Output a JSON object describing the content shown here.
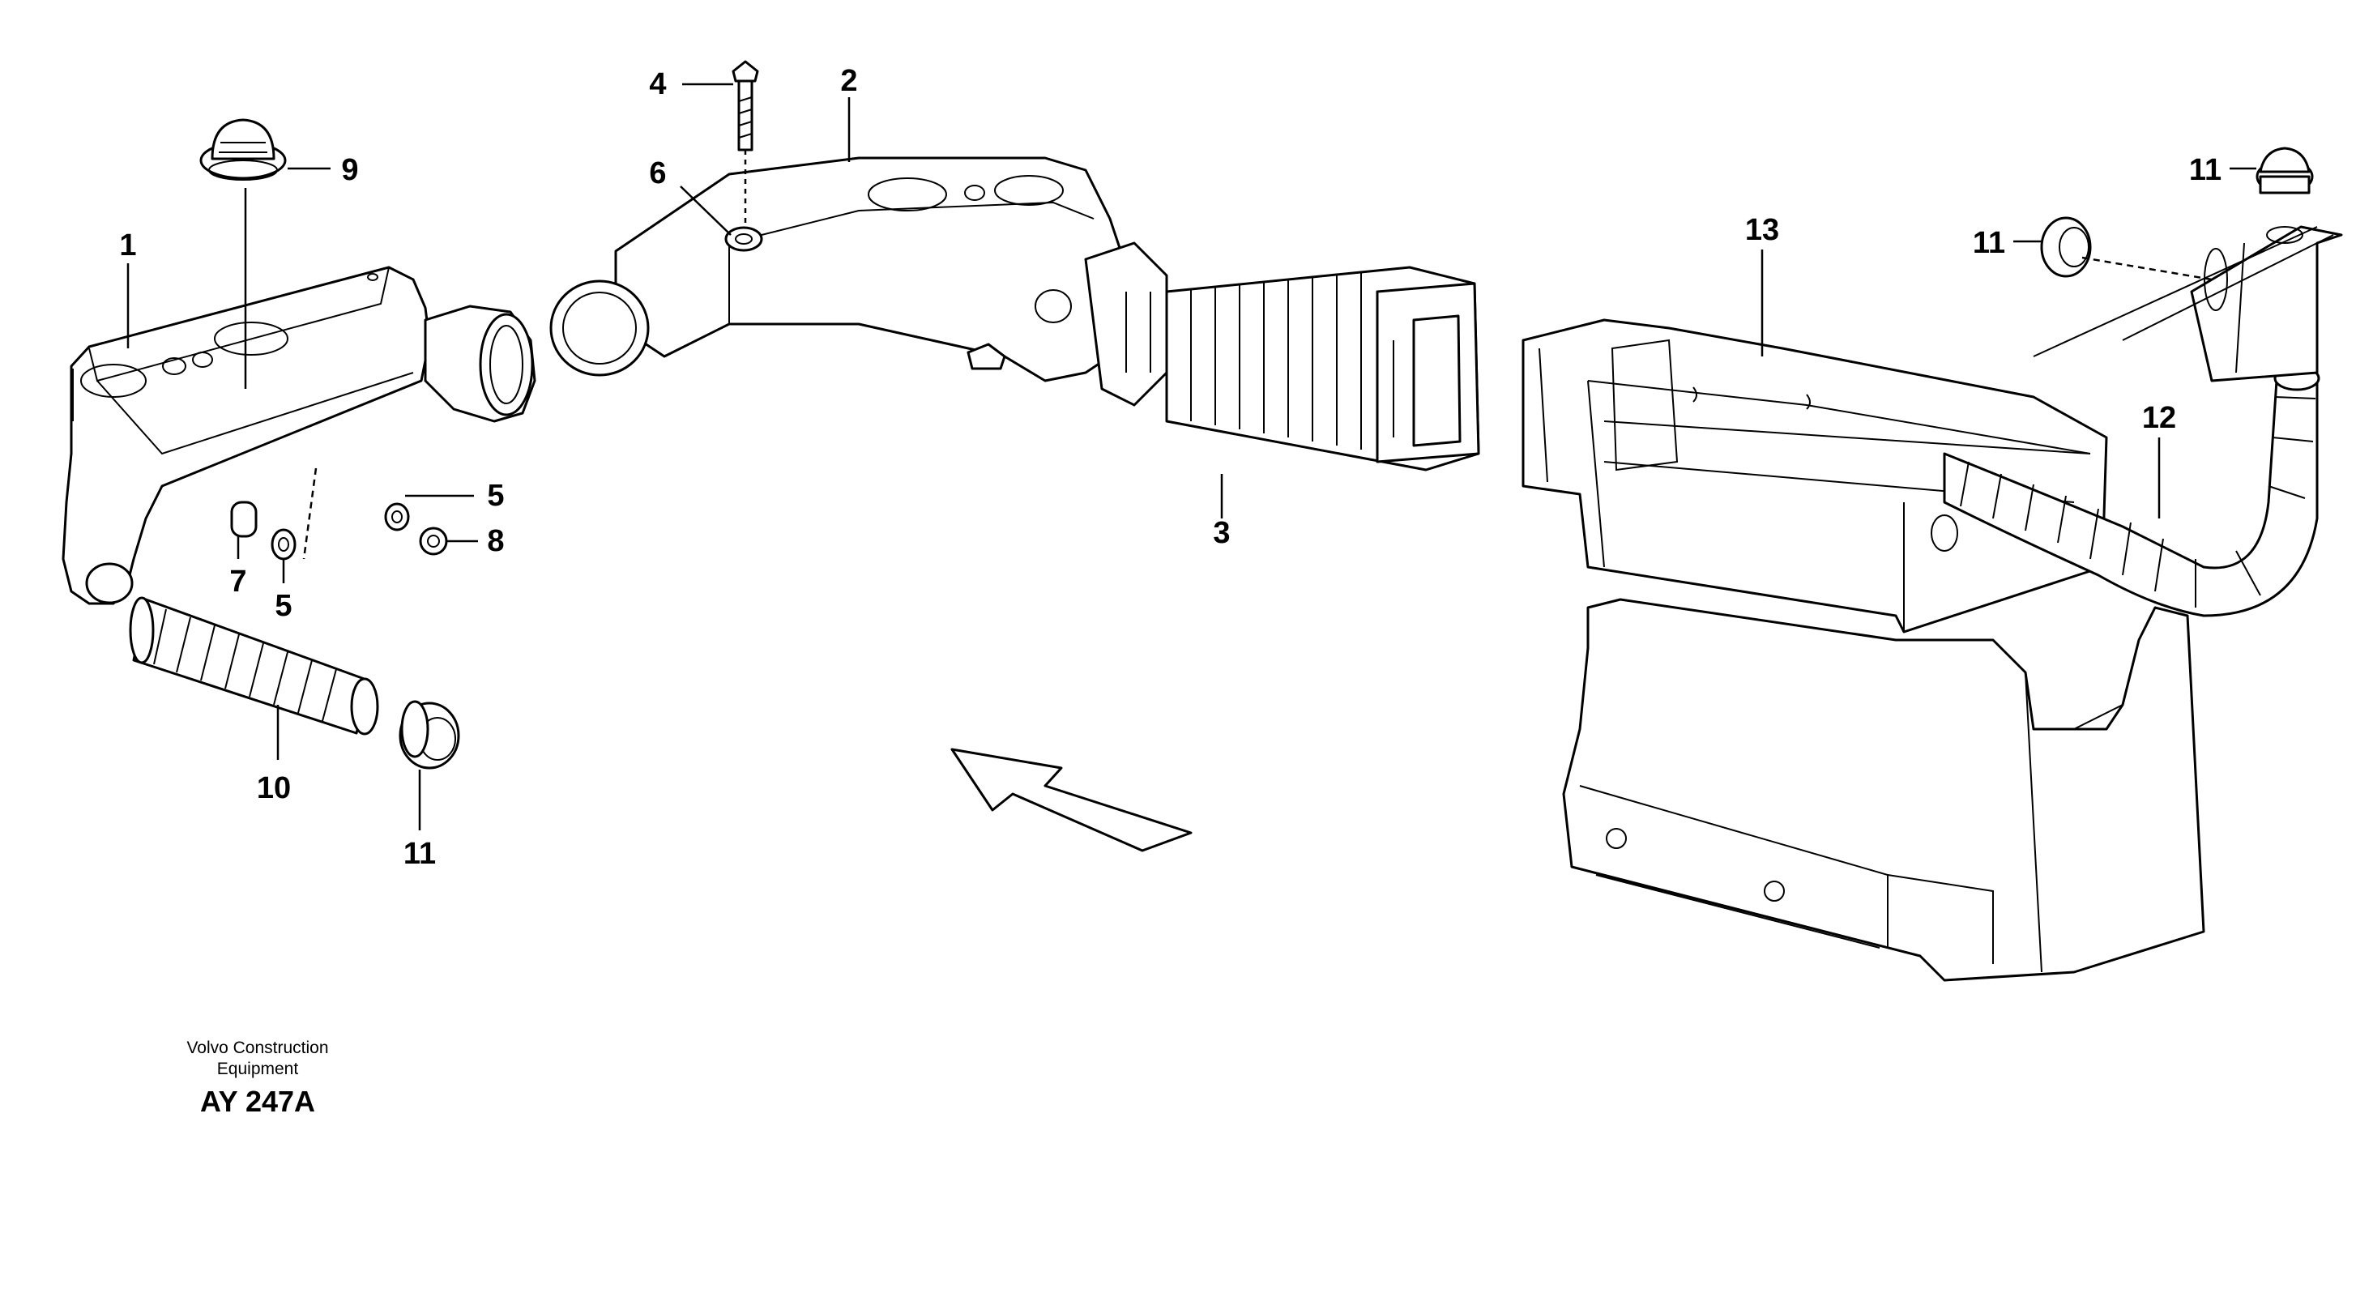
{
  "callouts": {
    "c1": "1",
    "c2": "2",
    "c3": "3",
    "c4": "4",
    "c5a": "5",
    "c5b": "5",
    "c6": "6",
    "c7": "7",
    "c8": "8",
    "c9": "9",
    "c10": "10",
    "c11a": "11",
    "c11b": "11",
    "c11c": "11",
    "c12": "12",
    "c13": "13"
  },
  "credit": {
    "line1": "Volvo Construction",
    "line2": "Equipment",
    "code": "AY 247A"
  }
}
